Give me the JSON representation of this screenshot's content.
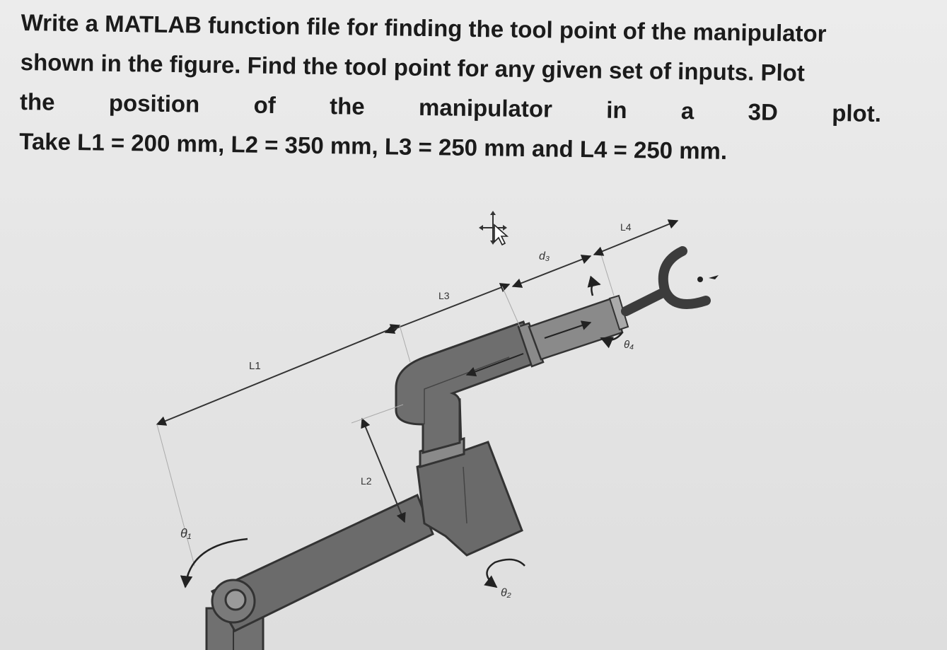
{
  "problem": {
    "line1": "Write a MATLAB function file for finding the tool point of the manipulator",
    "line2": "shown in the figure. Find the tool point for any given set of inputs. Plot",
    "line3_words": [
      "the",
      "position",
      "of",
      "the",
      "manipulator",
      "in",
      "a",
      "3D",
      "plot."
    ],
    "line4": "Take L1 = 200 mm, L2 = 350 mm, L3 = 250 mm and L4 = 250 mm."
  },
  "figure": {
    "labels": {
      "L1": "L1",
      "L2": "L2",
      "L3": "L3",
      "L4": "L4",
      "d3": "d₃",
      "theta1": "θ₁",
      "theta2": "θ₂",
      "theta4": "θ₄"
    },
    "colors": {
      "link": "#6b6b6b",
      "link_dark": "#555555",
      "outline": "#333333",
      "gripper": "#3c3c3c"
    },
    "icons": [
      "move-cursor-icon"
    ]
  }
}
